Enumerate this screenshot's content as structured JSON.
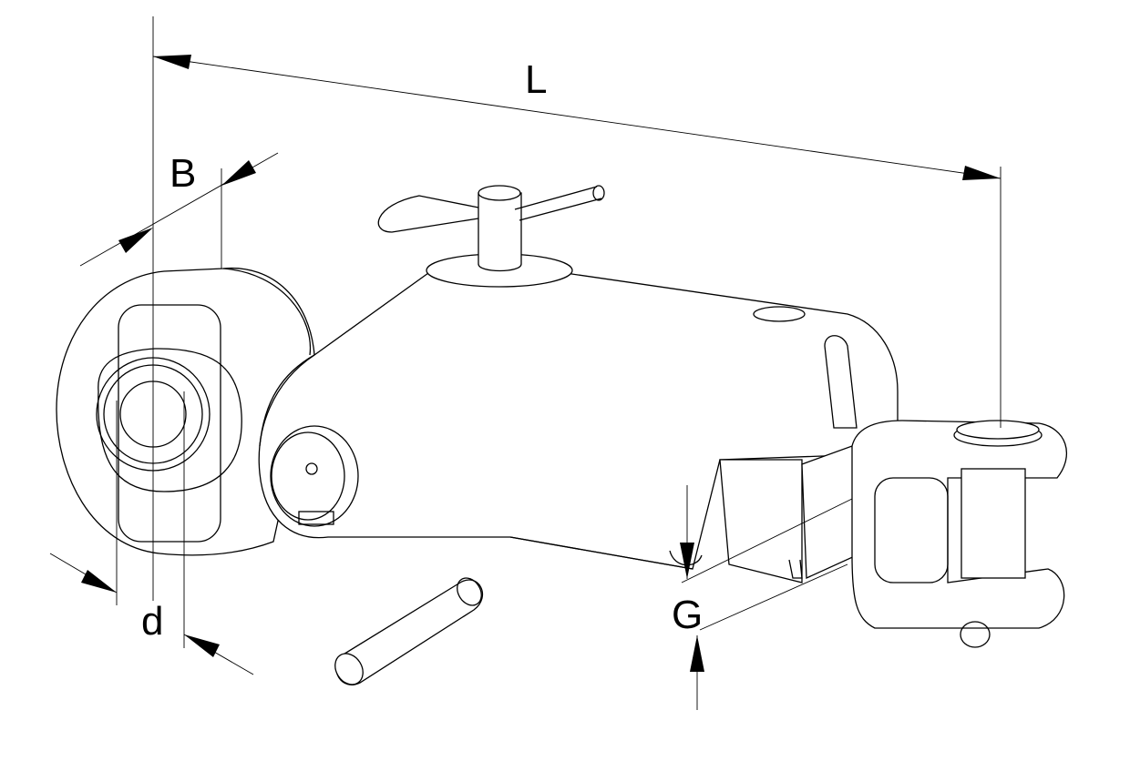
{
  "dimensions": {
    "length": "L",
    "width": "B",
    "bore_diameter": "d",
    "offset": "G"
  },
  "colors": {
    "line": "#000000",
    "background": "#ffffff"
  }
}
